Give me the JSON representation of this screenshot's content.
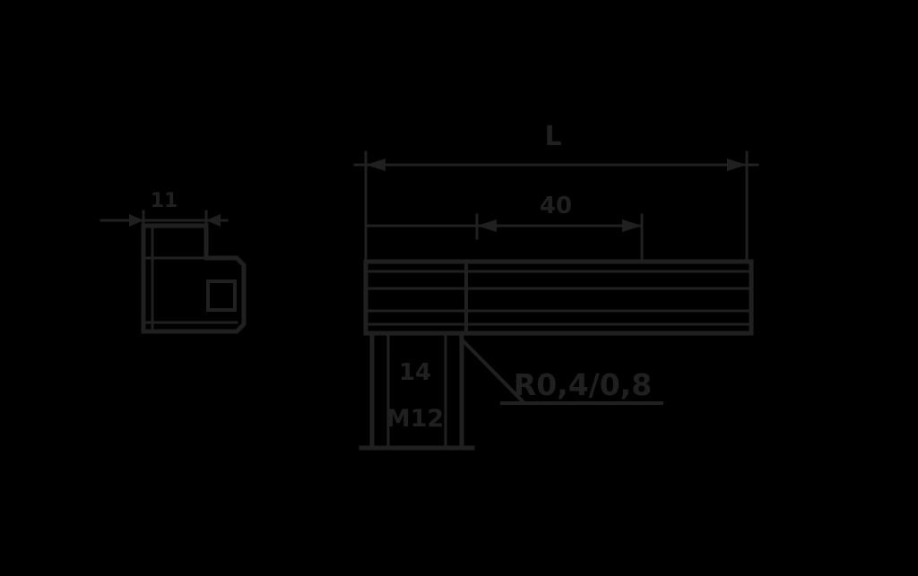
{
  "colors": {
    "bg": "#000000",
    "ink": "#202020"
  },
  "views": {
    "end_view": {
      "width_dim": "11"
    },
    "side_view": {
      "overall_length_dim": "L",
      "inner_length_dim": "40",
      "stud_dim_upper": "14",
      "stud_dim_lower": "M12",
      "leader_note": "R0,4/0,8"
    }
  }
}
